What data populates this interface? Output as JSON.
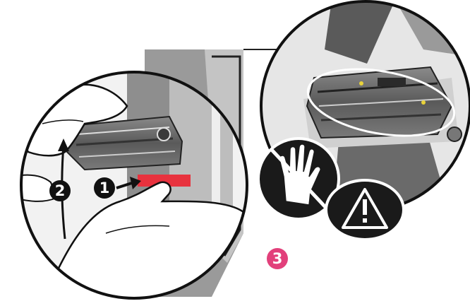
{
  "steps": [
    {
      "label": "1"
    },
    {
      "label": "2"
    },
    {
      "label": "3"
    }
  ],
  "colors": {
    "step_accent": "#e2407b",
    "highlight_strip": "#e8323e",
    "outline": "#111111"
  },
  "icons": [
    "no-gloves-icon",
    "warning-icon"
  ]
}
